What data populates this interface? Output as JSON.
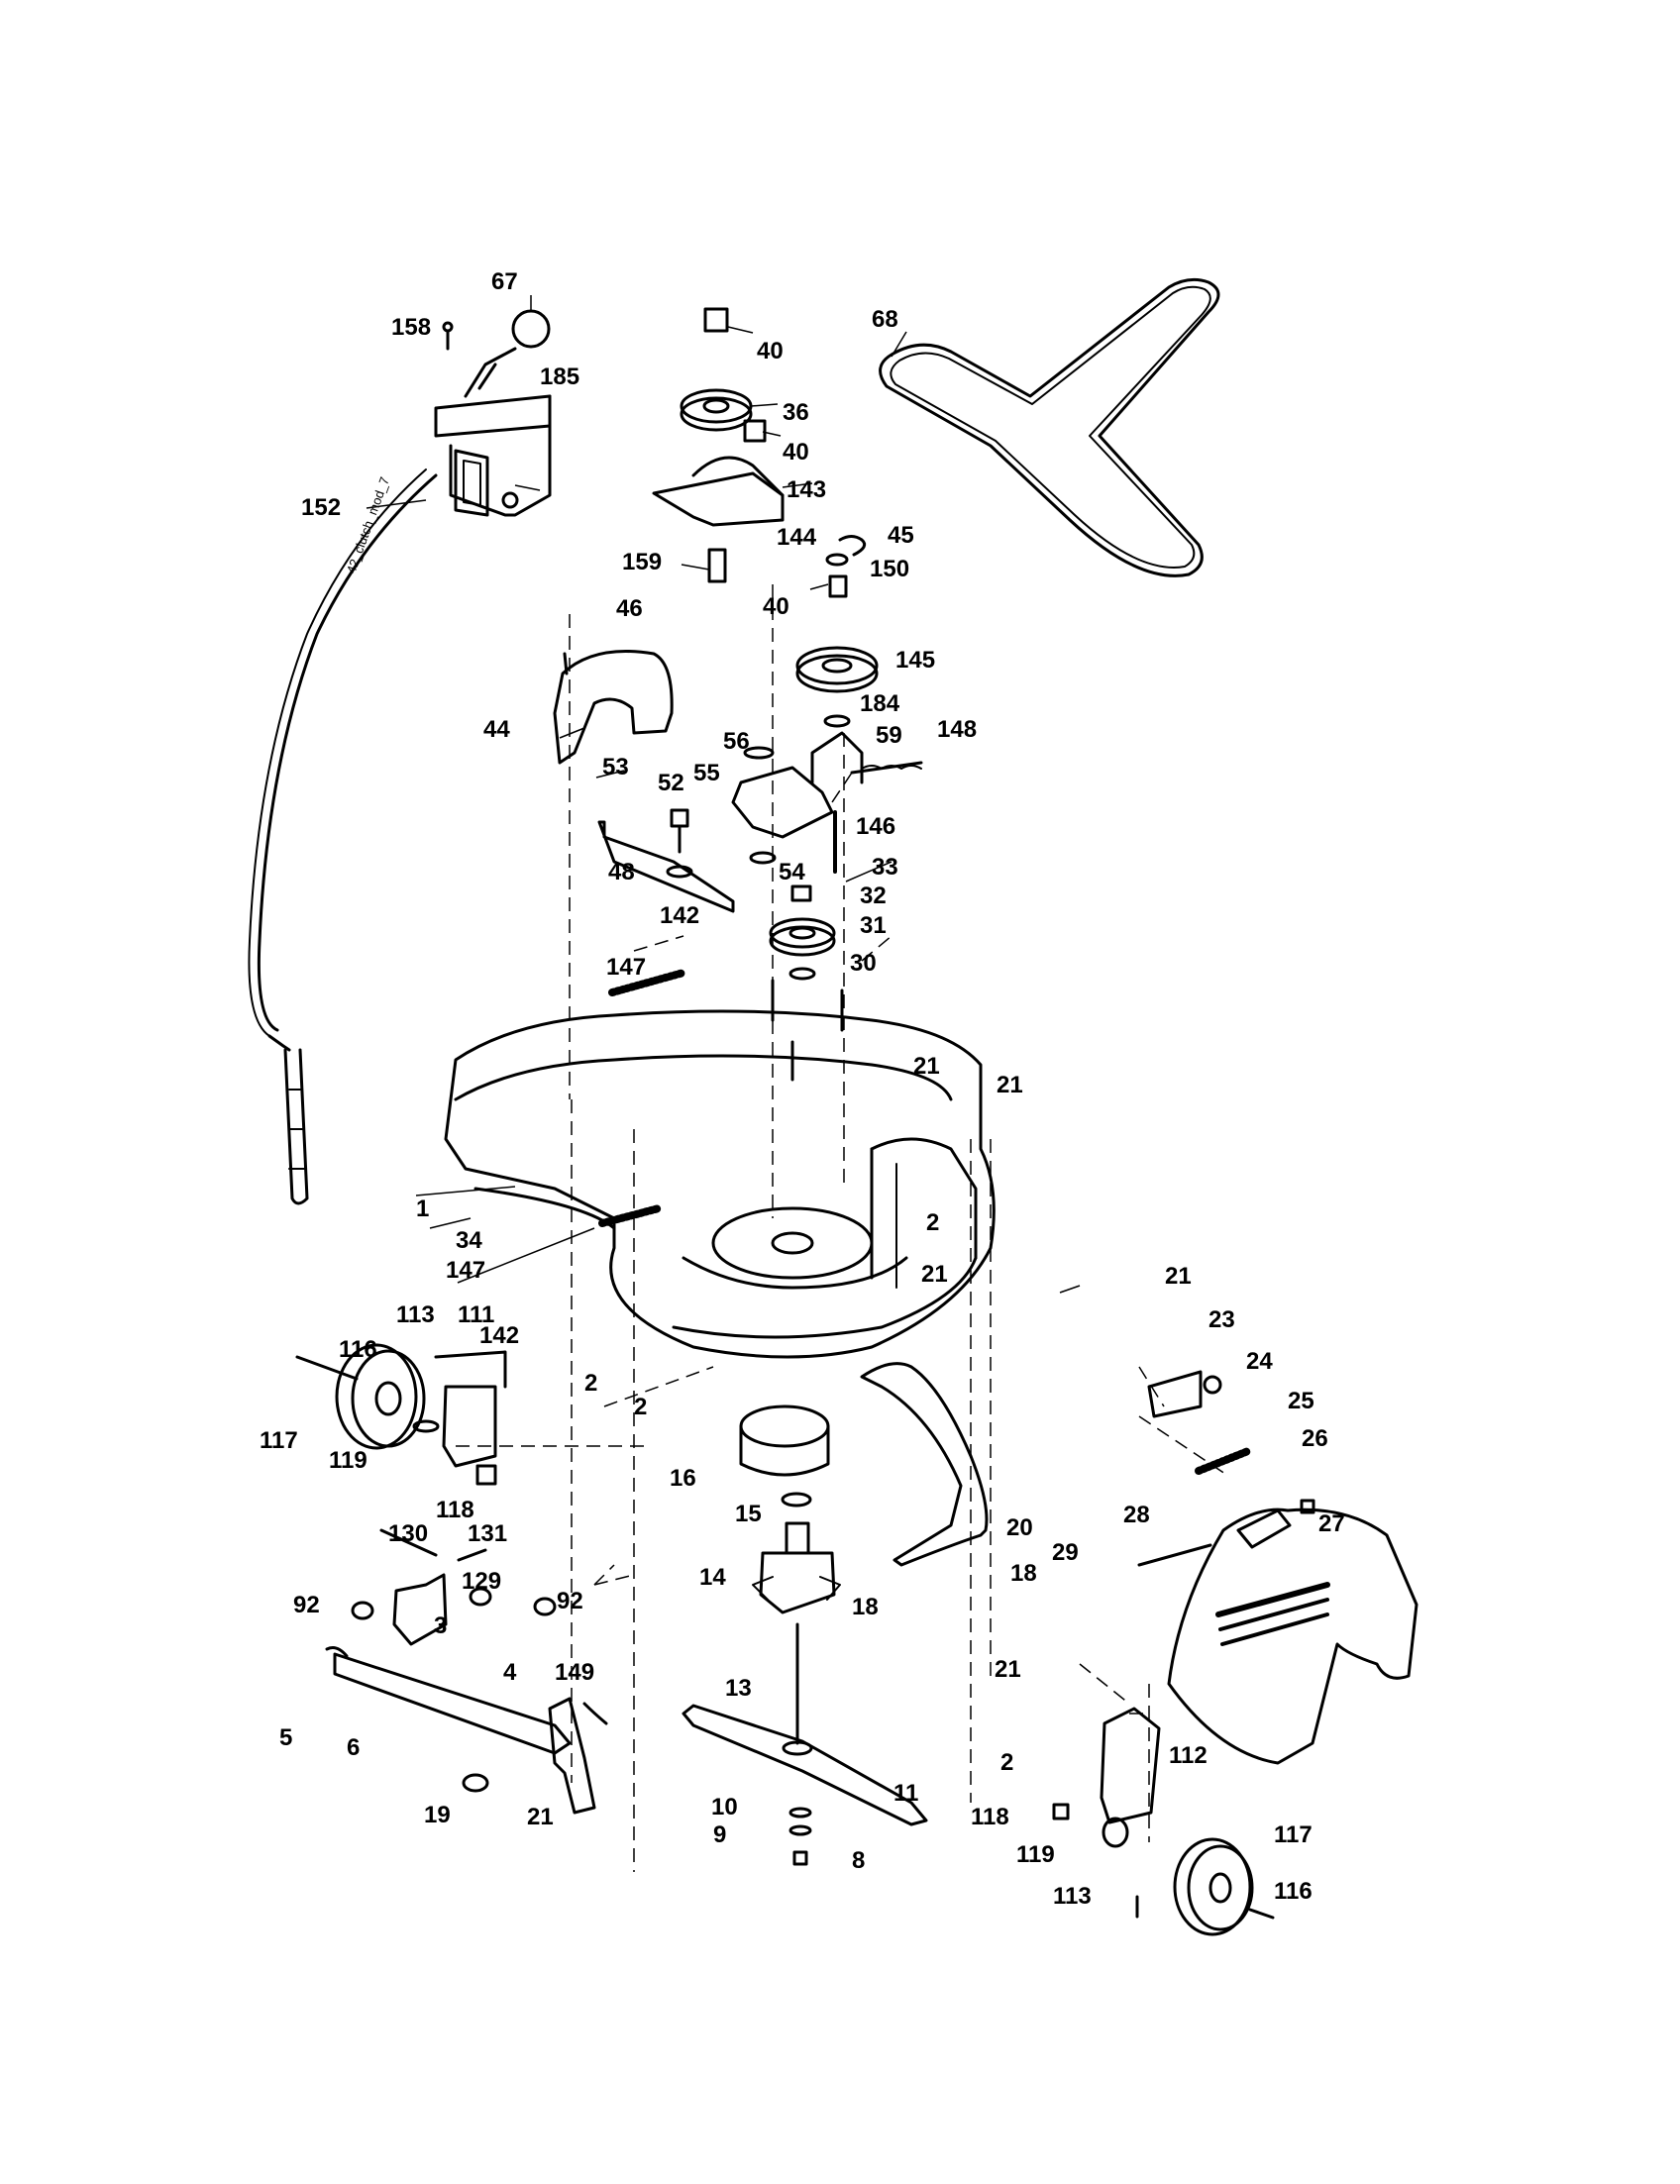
{
  "diagram": {
    "cable_marking": "42_clutch_mod_7",
    "part_numbers": [
      "67",
      "158",
      "185",
      "152",
      "40",
      "36",
      "40",
      "143",
      "144",
      "159",
      "68",
      "45",
      "150",
      "40",
      "145",
      "184",
      "46",
      "44",
      "56",
      "55",
      "59",
      "148",
      "53",
      "52",
      "146",
      "48",
      "54",
      "33",
      "32",
      "31",
      "147",
      "142",
      "30",
      "21",
      "21",
      "1",
      "34",
      "147",
      "2",
      "21",
      "21",
      "23",
      "24",
      "25",
      "26",
      "116",
      "113",
      "111",
      "142",
      "2",
      "2",
      "117",
      "119",
      "118",
      "16",
      "15",
      "20",
      "28",
      "27",
      "29",
      "130",
      "131",
      "129",
      "92",
      "92",
      "3",
      "14",
      "18",
      "18",
      "4",
      "149",
      "13",
      "21",
      "5",
      "6",
      "11",
      "2",
      "112",
      "19",
      "21",
      "10",
      "9",
      "8",
      "118",
      "119",
      "117",
      "113",
      "116"
    ],
    "colors": {
      "line": "#000000",
      "background": "#ffffff",
      "fill": "#ffffff"
    }
  }
}
